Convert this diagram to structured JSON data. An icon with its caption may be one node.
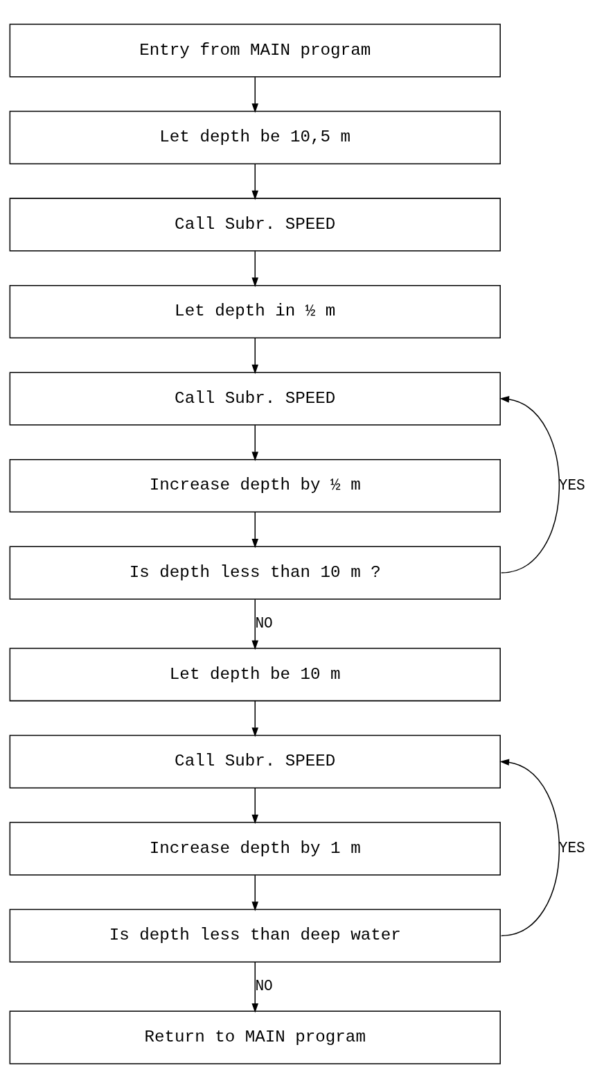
{
  "diagram": {
    "nodes": [
      {
        "text": [
          "Entry from MAIN program"
        ]
      },
      {
        "text": [
          "Let depth be 10,5 m"
        ]
      },
      {
        "text": [
          "Call Subr. SPEED"
        ]
      },
      {
        "text": [
          "Let depth in ½ m"
        ]
      },
      {
        "text": [
          "Call Subr. SPEED"
        ]
      },
      {
        "text": [
          "Increase depth by ½ m"
        ]
      },
      {
        "text": [
          "Is depth less than 10 m ?"
        ]
      },
      {
        "text": [
          "Let depth be 10 m"
        ]
      },
      {
        "text": [
          "Call Subr. SPEED"
        ]
      },
      {
        "text": [
          "Increase depth by 1 m"
        ]
      },
      {
        "text": [
          "Is depth less than deep water"
        ]
      },
      {
        "text": [
          "Return to MAIN program"
        ]
      }
    ],
    "edges": [
      {
        "from": 0,
        "to": 1,
        "arrow": "to"
      },
      {
        "from": 1,
        "to": 2,
        "arrow": "to"
      },
      {
        "from": 2,
        "to": 3,
        "arrow": "to"
      },
      {
        "from": 3,
        "to": 4,
        "arrow": "to"
      },
      {
        "from": 4,
        "to": 5,
        "arrow": "to"
      },
      {
        "from": 5,
        "to": 6,
        "arrow": "to"
      },
      {
        "from": 6,
        "to": 4,
        "arrow": "to",
        "label": "YES"
      },
      {
        "from": 6,
        "to": 7,
        "arrow": "to",
        "label": "NO"
      },
      {
        "from": 7,
        "to": 8,
        "arrow": "to"
      },
      {
        "from": 8,
        "to": 9,
        "arrow": "to"
      },
      {
        "from": 9,
        "to": 10,
        "arrow": "to"
      },
      {
        "from": 10,
        "to": 8,
        "arrow": "to",
        "label": "YES"
      },
      {
        "from": 10,
        "to": 11,
        "arrow": "to",
        "label": "NO"
      }
    ]
  }
}
